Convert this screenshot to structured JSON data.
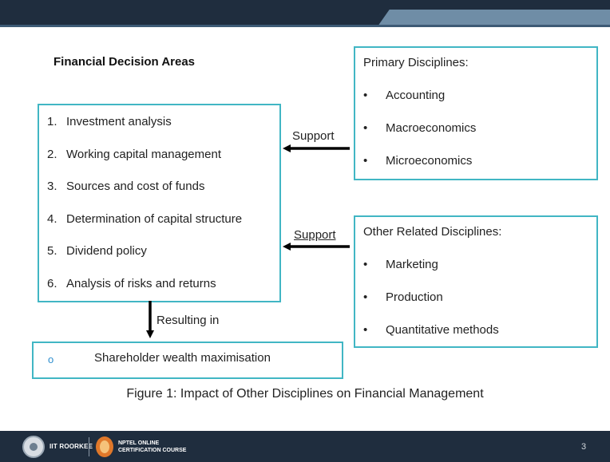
{
  "heading": "Financial Decision Areas",
  "decision_areas": [
    {
      "num": "1.",
      "label": "Investment analysis"
    },
    {
      "num": "2.",
      "label": "Working capital management"
    },
    {
      "num": "3.",
      "label": "Sources and cost of funds"
    },
    {
      "num": "4.",
      "label": "Determination of capital structure"
    },
    {
      "num": "5.",
      "label": "Dividend policy"
    },
    {
      "num": "6.",
      "label": "Analysis of risks and returns"
    }
  ],
  "primary": {
    "title": "Primary Disciplines:",
    "items": [
      "Accounting",
      "Macroeconomics",
      "Microeconomics"
    ]
  },
  "other": {
    "title": "Other Related Disciplines:",
    "items": [
      "Marketing",
      "Production",
      "Quantitative methods"
    ]
  },
  "support_label_1": "Support",
  "support_label_2": "Support",
  "resulting_label": "Resulting in",
  "result": {
    "marker": "o",
    "text": "Shareholder wealth maximisation"
  },
  "caption": "Figure 1: Impact of Other Disciplines on Financial Management",
  "footer": {
    "org": "IIT ROORKEE",
    "course_line1": "NPTEL ONLINE",
    "course_line2": "CERTIFICATION COURSE",
    "page": "3"
  },
  "colors": {
    "box_border": "#41b6c4",
    "header_bg": "#1f2d3e",
    "accent": "#6f8da6"
  }
}
